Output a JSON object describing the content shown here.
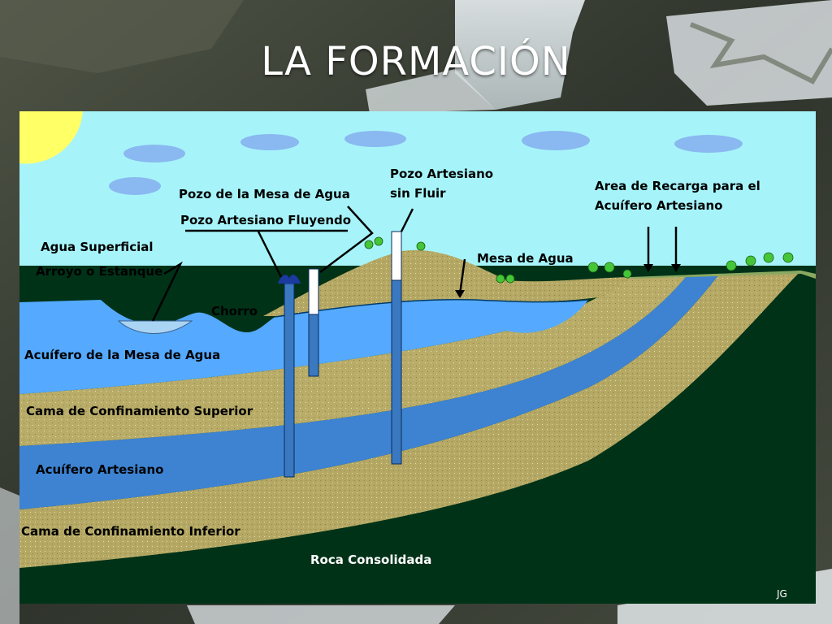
{
  "slide": {
    "title": "LA FORMACIÓN"
  },
  "diagram": {
    "labels": {
      "agua_superficial": "Agua Superficial",
      "arroyo_estanque": "Arroyo o Estanque",
      "pozo_mesa_agua": "Pozo de la Mesa de Agua",
      "pozo_artesiano_fluyendo": "Pozo Artesiano Fluyendo",
      "pozo_artesiano_sin_fluir_1": "Pozo Artesiano",
      "pozo_artesiano_sin_fluir_2": "sin Fluir",
      "area_recarga_1": "Area de Recarga para el",
      "area_recarga_2": "Acuífero Artesiano",
      "mesa_de_agua": "Mesa de Agua",
      "chorro": "Chorro",
      "acuifero_mesa_agua": "Acuífero de la Mesa de Agua",
      "cama_superior": "Cama de Confinamiento Superior",
      "acuifero_artesiano": "Acuífero Artesiano",
      "cama_inferior": "Cama de Confinamiento Inferior",
      "roca_consolidada": "Roca Consolidada",
      "firma": "JG"
    },
    "colors": {
      "sky": "#a6f4fa",
      "sun": "#ffff66",
      "cloud": "#8ab8f0",
      "water_table_aquifer": "#55aaff",
      "confining_bed": "#b4a864",
      "artesian_aquifer": "#3d83d2",
      "bedrock": "#003218",
      "surface_water": "#aad4f4",
      "well_casing": "#3a78c0",
      "trees": "#44c638"
    }
  }
}
